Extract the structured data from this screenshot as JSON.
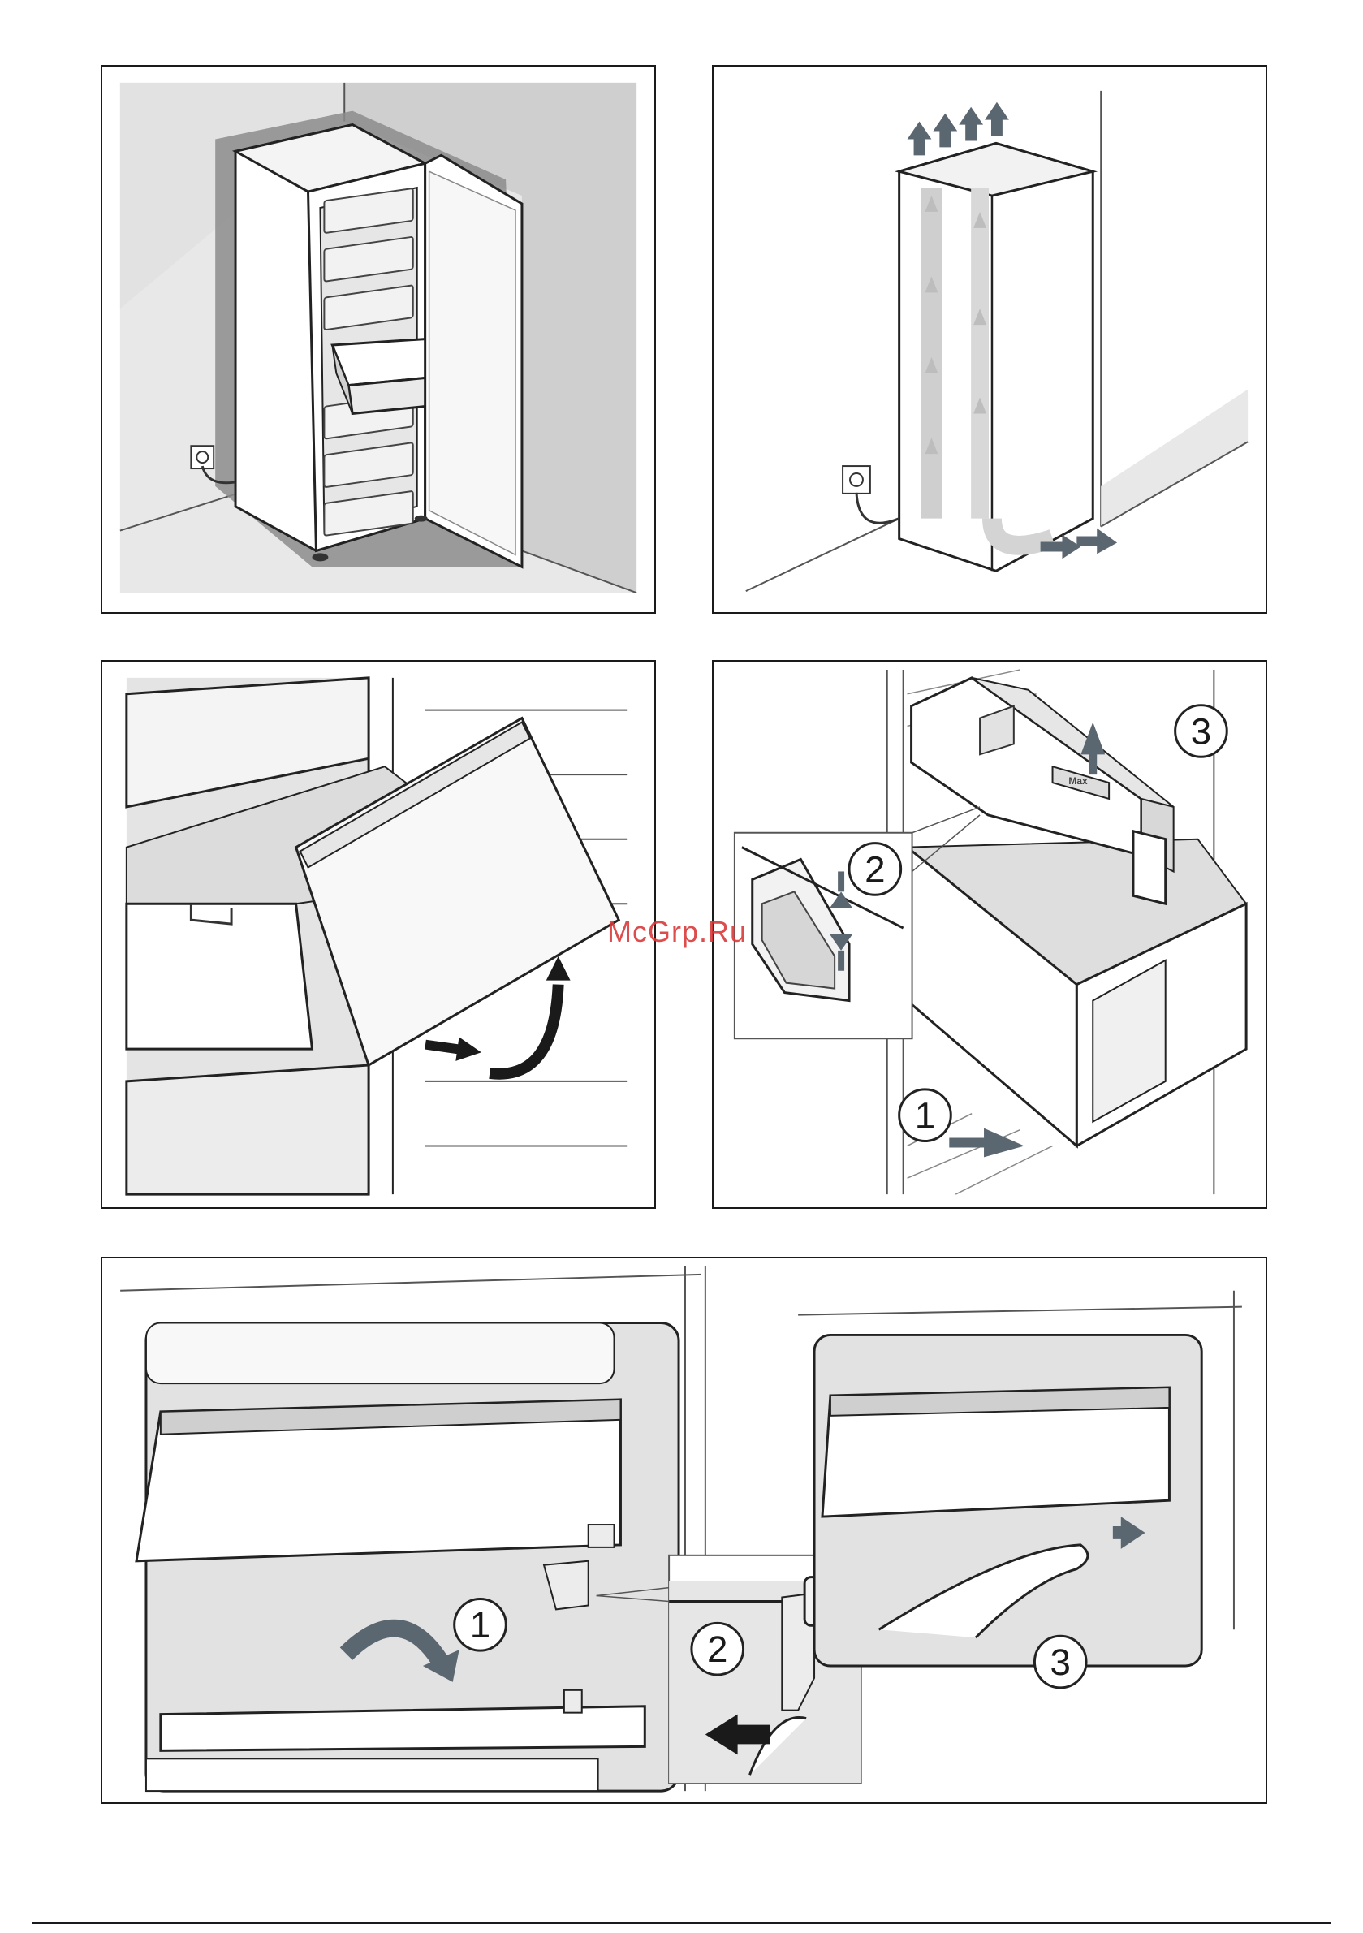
{
  "watermark": "McGrp.Ru",
  "panels": {
    "p1": {
      "icon": "freezer-open-door-drawer-illustration"
    },
    "p2": {
      "icon": "freezer-airflow-ventilation-illustration"
    },
    "p3": {
      "icon": "drawer-removal-illustration"
    },
    "p4": {
      "icon": "container-removal-illustration",
      "steps": [
        "1",
        "2",
        "3"
      ],
      "lid_label": "Max"
    },
    "p5": {
      "icon": "flap-removal-illustration",
      "steps": [
        "1",
        "2",
        "3"
      ]
    }
  },
  "colors": {
    "frame": "#1a1a1a",
    "wall": "#cfcfcf",
    "shadow": "#8c8c8c",
    "arrow": "#5b6770",
    "watermark": "#d93a3a"
  }
}
